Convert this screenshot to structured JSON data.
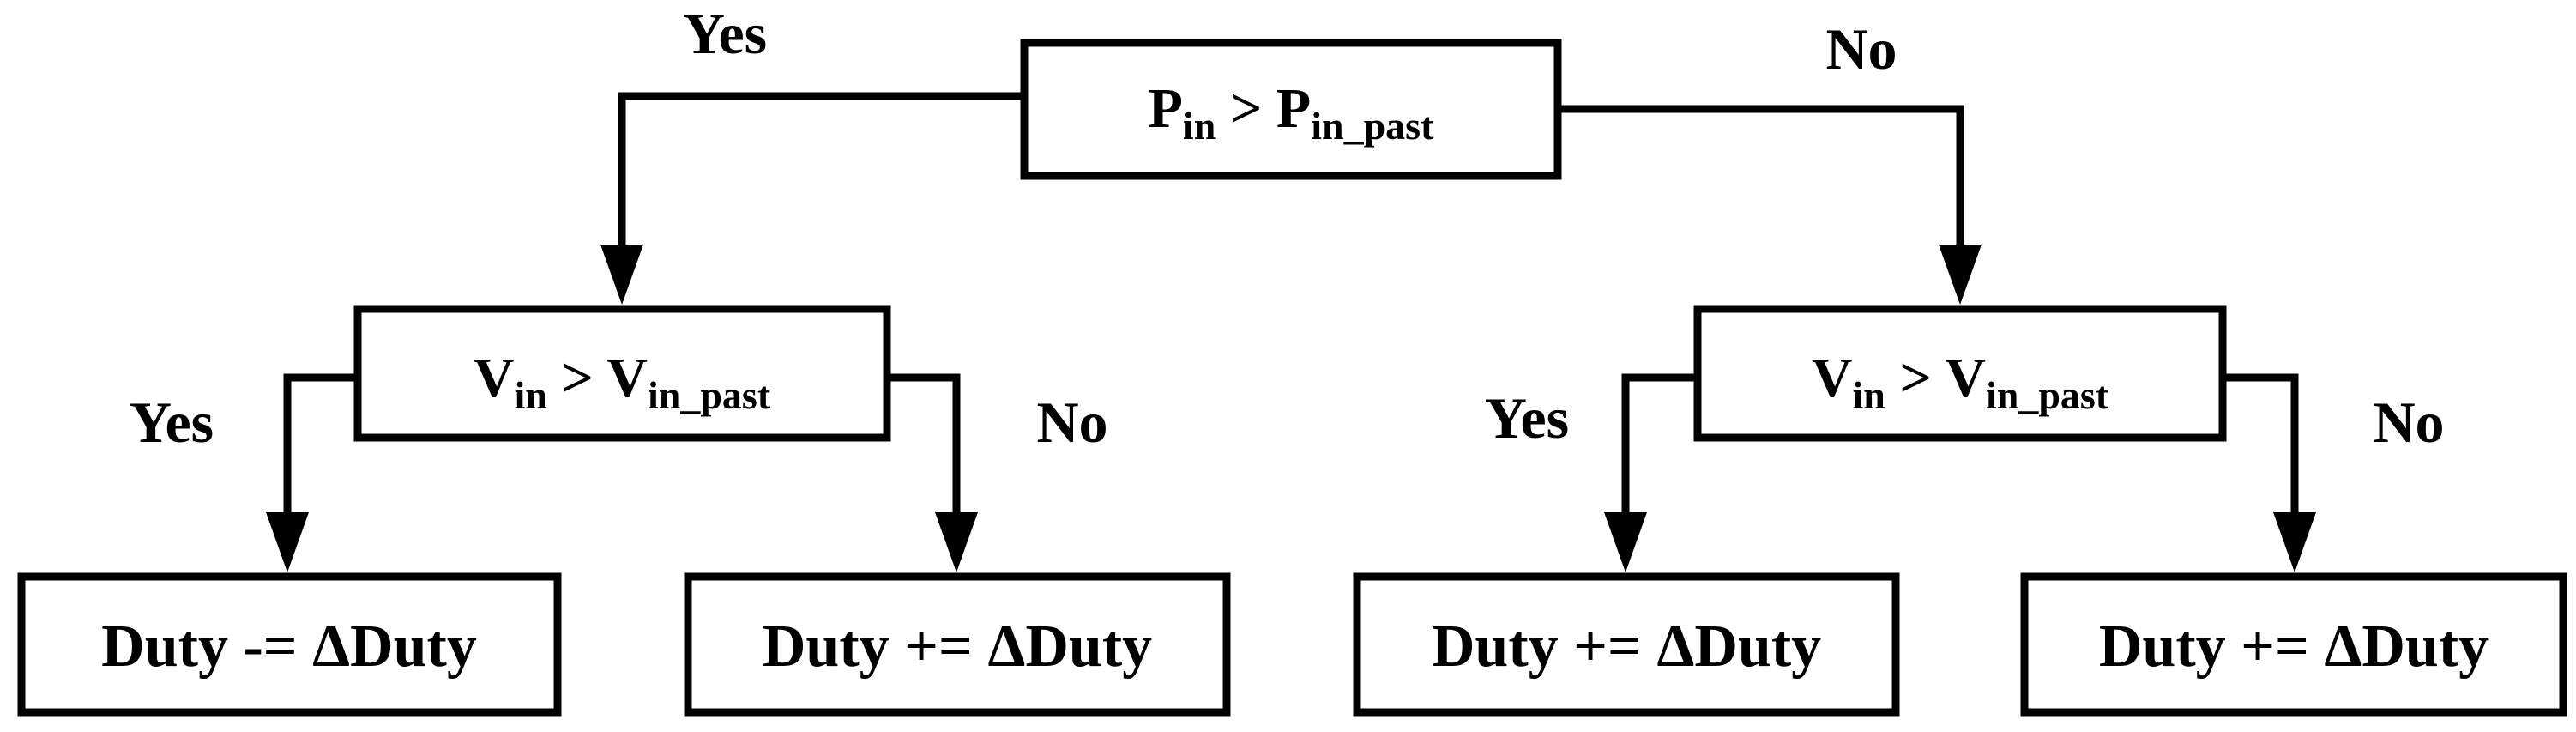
{
  "decisions": {
    "top": {
      "var": "P",
      "sub": "in",
      "op": " > ",
      "var2": "P",
      "sub2": "in_past"
    },
    "left": {
      "var": "V",
      "sub": "in",
      "op": " > ",
      "var2": "V",
      "sub2": "in_past"
    },
    "right": {
      "var": "V",
      "sub": "in",
      "op": " > ",
      "var2": "V",
      "sub2": "in_past"
    }
  },
  "actions": [
    {
      "text": "Duty -= ΔDuty"
    },
    {
      "text": "Duty += ΔDuty"
    },
    {
      "text": "Duty += ΔDuty"
    },
    {
      "text": "Duty += ΔDuty"
    }
  ],
  "branch_labels": {
    "top_yes": "Yes",
    "top_no": "No",
    "left_yes": "Yes",
    "left_no": "No",
    "right_yes": "Yes",
    "right_no": "No"
  }
}
